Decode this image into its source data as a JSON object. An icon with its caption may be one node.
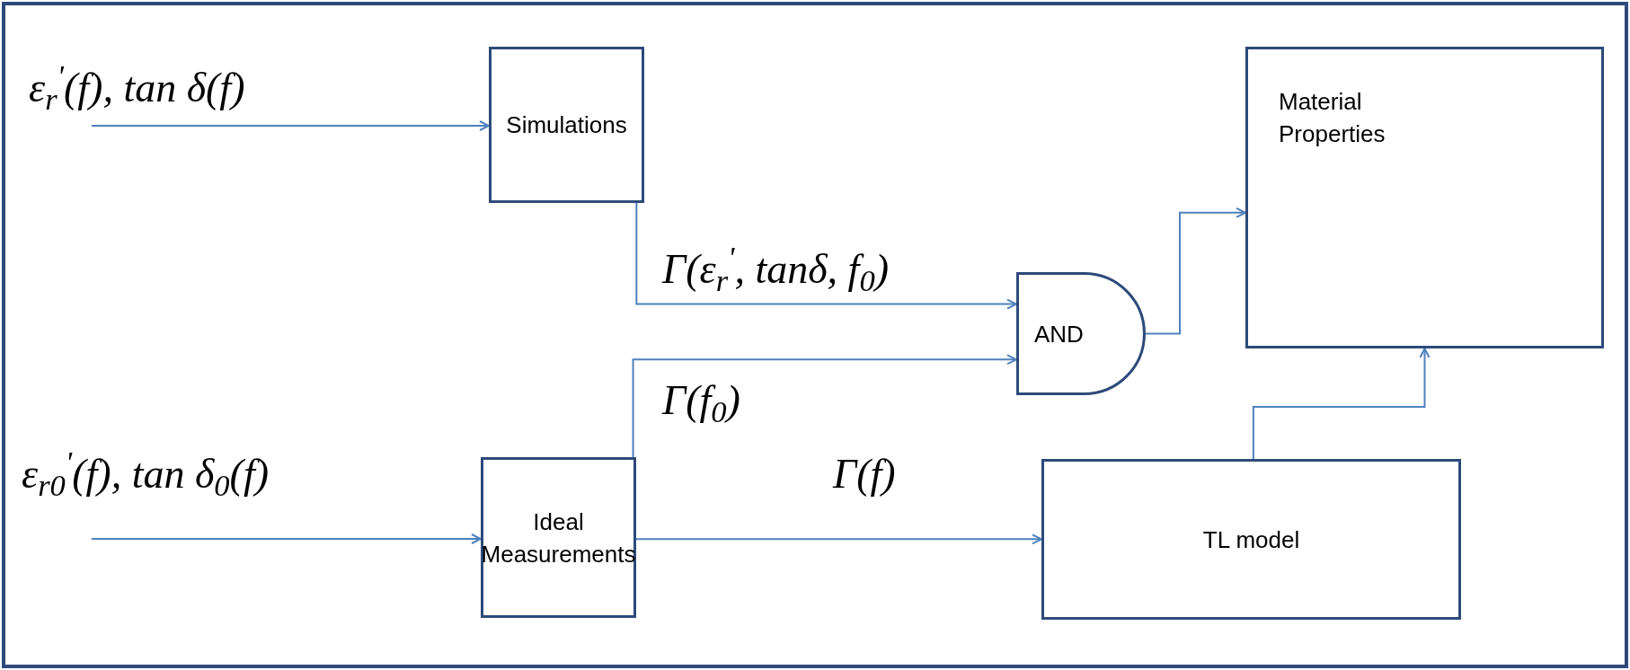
{
  "diagram": {
    "nodes": [
      {
        "text": [
          "Simulations"
        ]
      },
      {
        "text": [
          "Material Properties"
        ]
      },
      {
        "text": [
          "AND"
        ]
      },
      {
        "text": [
          "Ideal Measurements"
        ]
      },
      {
        "text": [
          "TL model"
        ]
      }
    ],
    "edges": [
      {
        "from": null,
        "to": 0,
        "arrow": "to",
        "label": "ε$_{r}$$^{'}$(f), tan δ(f)"
      },
      {
        "from": 0,
        "to": 2,
        "arrow": "to",
        "label": "Γ(ε$_{r}$$^{'}$, tanδ, f$_{0}$)"
      },
      {
        "from": 3,
        "to": 2,
        "arrow": "to",
        "label": "Γ(f$_{0}$)"
      },
      {
        "from": 2,
        "to": 1,
        "arrow": "to"
      },
      {
        "from": 3,
        "to": 4,
        "arrow": "to",
        "label": "Γ(f)"
      },
      {
        "from": 4,
        "to": 1,
        "arrow": "to"
      },
      {
        "from": null,
        "to": 3,
        "arrow": "to",
        "label": "ε$_{r0}$$^{'}$(f), tan δ$_{0}$(f)"
      }
    ]
  }
}
